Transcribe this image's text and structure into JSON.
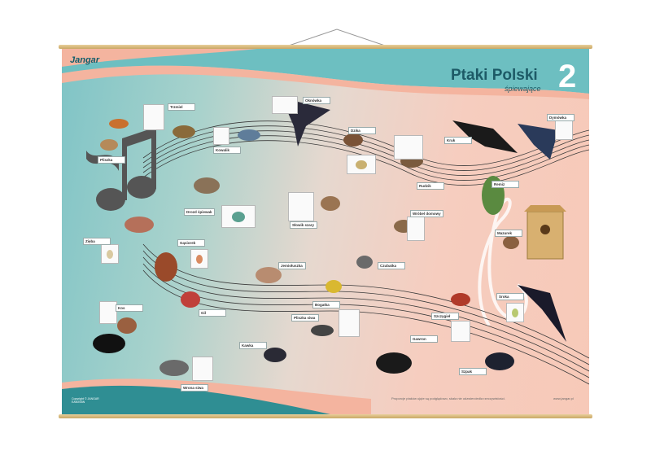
{
  "poster": {
    "brand": "Jangar",
    "title": "Ptaki Polski",
    "subtitle": "śpiewające",
    "number": "2",
    "footer_left_1": "Copyright © JANGAR",
    "footer_left_2": "EAN/ISBN",
    "footer_note": "Proporcje ptaków ujęte są podglądowo, skala nie odzwierciedla rzeczywistości.",
    "footer_url": "www.jangar.pl"
  },
  "labels": {
    "trznadel": "Trzmiel",
    "oknowka": "Oknówka",
    "dymowka": "Dymówka",
    "pliszka": "Pliszka",
    "kowalik": "Kowalik",
    "dzika": "Dzika",
    "kruk": "Kruk",
    "rudzik": "Rudzik",
    "remiz": "Remiz",
    "drozd": "Drozd śpiewak",
    "slowik": "Słowik szary",
    "wrobel": "Wróbel domowy",
    "mazurek": "Mazurek",
    "zieba": "Zięba",
    "gasiorek": "Gąsiorek",
    "jemiolucha": "Jemiołuszka",
    "czubatka": "Czubatka",
    "gil": "Gil",
    "bogatka": "Bogatka",
    "szczygiel": "Szczygieł",
    "sroka": "Sroka",
    "kos": "Kos",
    "pliszka_siwa": "Pliszka siwa",
    "kawka": "Kawka",
    "gawron": "Gawron",
    "szpak": "Szpak",
    "wrona": "Wrona siwa"
  },
  "colors": {
    "teal": "#7fc4c6",
    "peach": "#f6cdbf",
    "title": "#1d5a66",
    "staff": "#3a3a3a"
  }
}
